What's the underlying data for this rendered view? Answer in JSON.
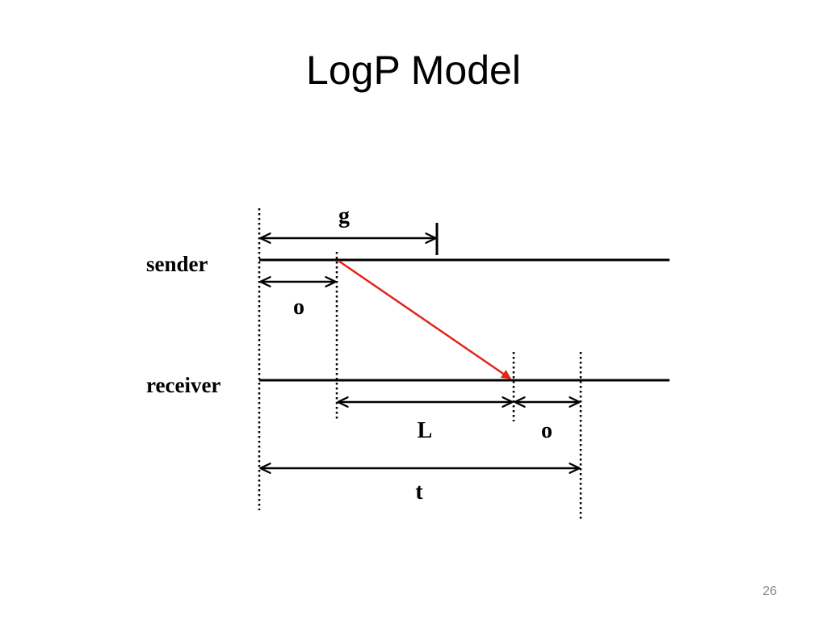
{
  "slide": {
    "title": "LogP Model",
    "page_number": "26"
  },
  "diagram": {
    "sender_label": "sender",
    "receiver_label": "receiver",
    "gap_label": "g",
    "overhead_send_label": "o",
    "latency_label": "L",
    "overhead_receive_label": "o",
    "total_time_label": "t",
    "colors": {
      "message_arrow": "#e2231a",
      "lines": "#000000"
    }
  }
}
